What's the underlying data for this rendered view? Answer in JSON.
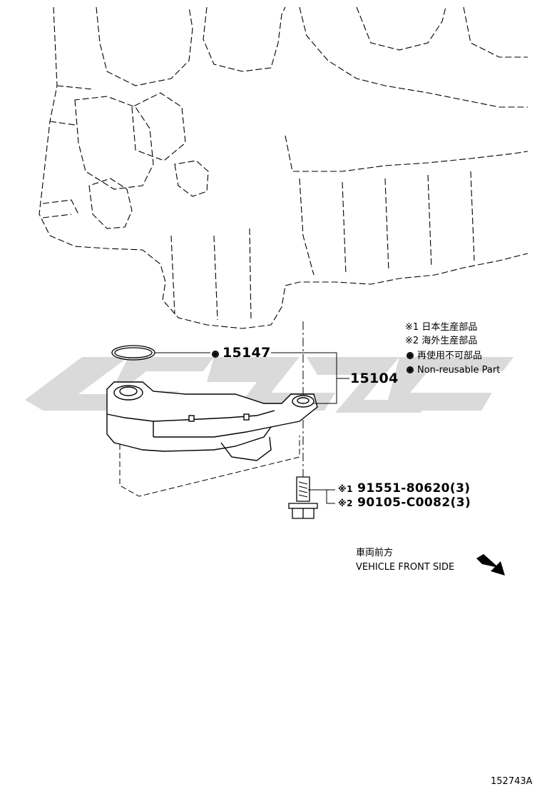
{
  "legend": {
    "note1_mark": "※1",
    "note1_text": "日本生産部品",
    "note2_mark": "※2",
    "note2_text": "海外生産部品",
    "nonreusable_jp": "再使用不可部品",
    "nonreusable_en": "Non-reusable Part"
  },
  "parts": {
    "gasket_number": "15147",
    "strainer_number": "15104",
    "bolt_note1_mark": "※1",
    "bolt_number_1": "91551-80620(3)",
    "bolt_note2_mark": "※2",
    "bolt_number_2": "90105-C0082(3)"
  },
  "direction": {
    "label_jp": "車両前方",
    "label_en": "VEHICLE FRONT SIDE"
  },
  "illustration_id": "152743A",
  "colors": {
    "line": "#000000",
    "watermark": "#d9d9d9"
  }
}
